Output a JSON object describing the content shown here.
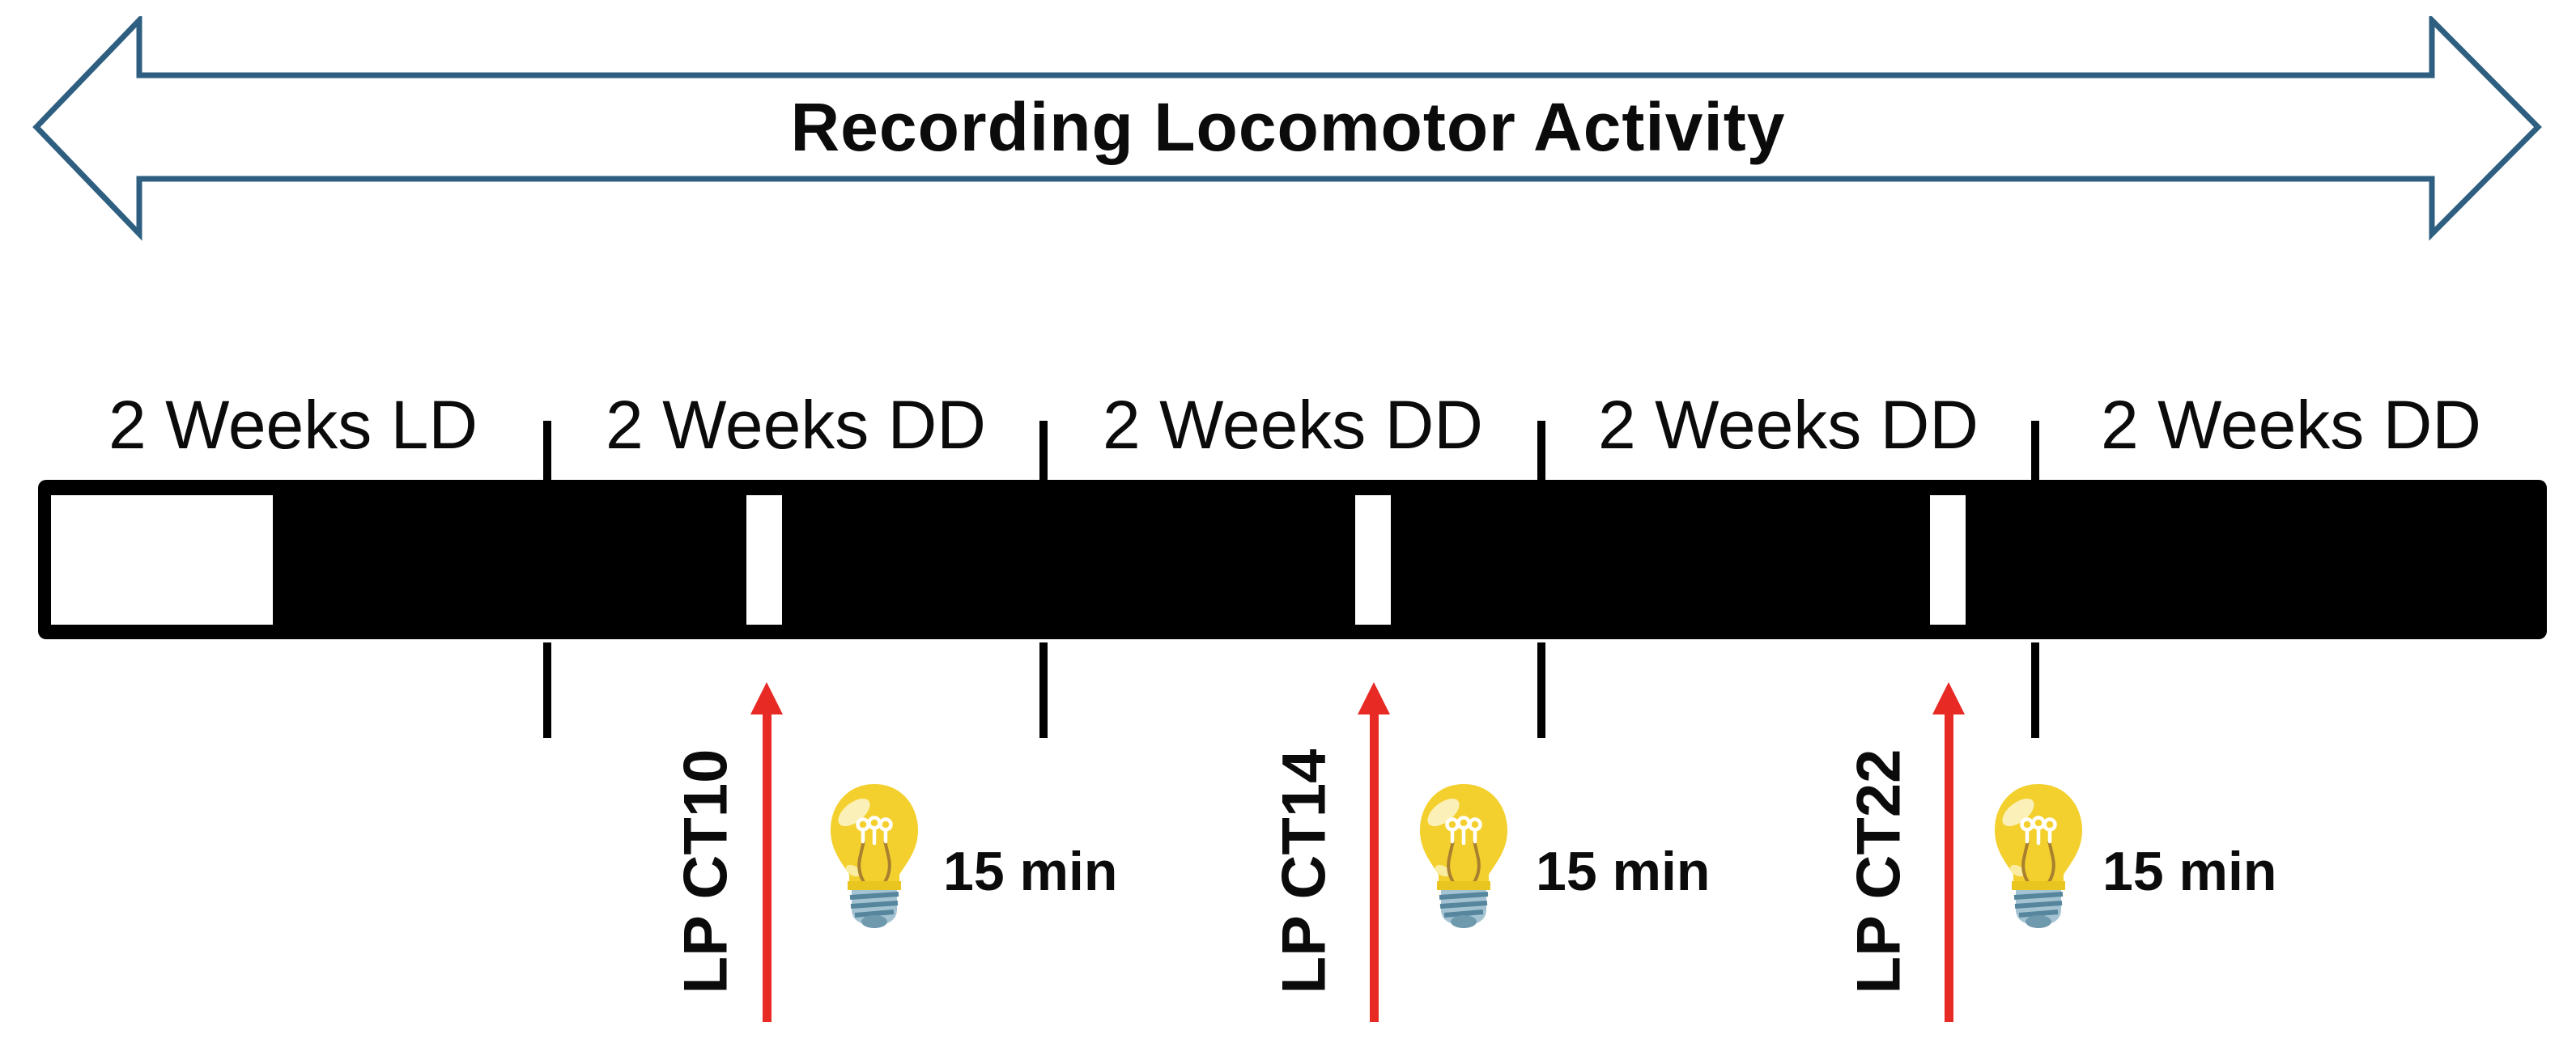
{
  "header": {
    "title": "Recording Locomotor Activity"
  },
  "timeline": {
    "segments": [
      {
        "label": "2 Weeks LD"
      },
      {
        "label": "2 Weeks DD"
      },
      {
        "label": "2 Weeks DD"
      },
      {
        "label": "2 Weeks DD"
      },
      {
        "label": "2 Weeks DD"
      }
    ]
  },
  "pulses": [
    {
      "label": "LP CT10",
      "duration": "15 min",
      "icon": "light-bulb-icon"
    },
    {
      "label": "LP CT14",
      "duration": "15 min",
      "icon": "light-bulb-icon"
    },
    {
      "label": "LP CT22",
      "duration": "15 min",
      "icon": "light-bulb-icon"
    }
  ],
  "colors": {
    "recording_arrow_outline": "#2E5F80",
    "timeline_bar": "#000000",
    "light_block": "#FFFFFF",
    "pulse_arrow_red": "#E82A24",
    "bulb_glass_yellow": "#F3D02E",
    "bulb_base_blue": "#A4C3D2",
    "text": "#000000"
  }
}
